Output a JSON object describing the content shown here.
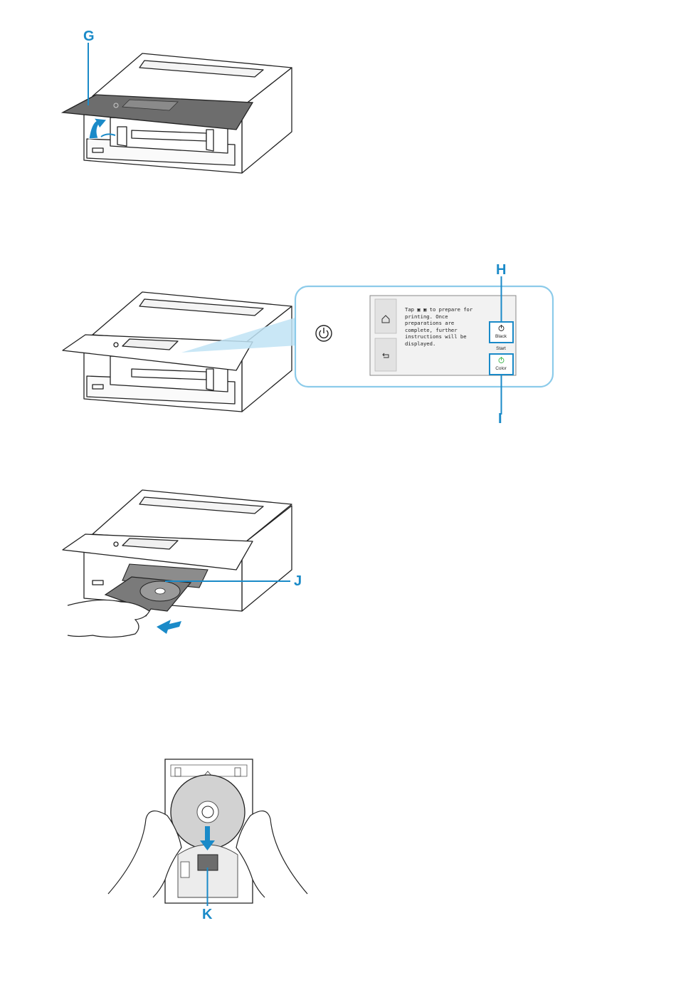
{
  "figure1": {
    "callout_g": "G"
  },
  "figure2": {
    "callout_h": "H",
    "callout_i": "I",
    "screen_message": "Tap ▣ ▣ to prepare for printing. Once preparations are complete, further instructions will be displayed.",
    "black_button_label": "Black",
    "start_label": "Start",
    "color_button_label": "Color",
    "colors": {
      "highlight": "#1a8ac8",
      "power_green": "#3cb54a"
    }
  },
  "figure3": {
    "callout_j": "J"
  },
  "figure4": {
    "callout_k": "K"
  },
  "icons": [
    "power-icon",
    "home-icon",
    "back-icon",
    "up-arrow-icon",
    "down-arrow-icon"
  ]
}
